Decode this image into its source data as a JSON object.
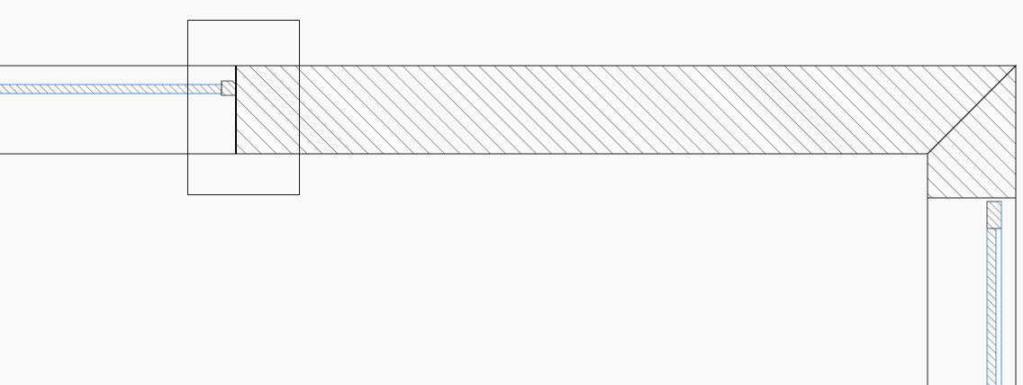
{
  "drawing": {
    "kind": "cad-plan-view",
    "colors": {
      "background": "#f9f9f9",
      "line": "#1a1a1a",
      "hatch": "#2a2a2a",
      "inner_panel": "#4a90d9"
    },
    "elements": [
      "left-wall-segment",
      "top-wall-hatched-beam",
      "selection-box",
      "corner-mitre-joint",
      "right-wall-segment",
      "inner-panel-top",
      "inner-panel-right"
    ]
  }
}
